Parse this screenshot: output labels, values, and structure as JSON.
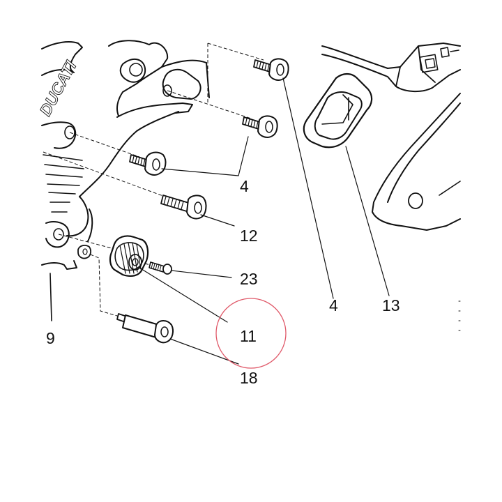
{
  "callouts": {
    "c4a": "4",
    "c12": "12",
    "c23": "23",
    "c11": "11",
    "c18": "18",
    "c9": "9",
    "c4b": "4",
    "c13": "13"
  },
  "brand_watermark": "DUCATI",
  "colors": {
    "line": "#111111",
    "highlight_circle": "#e05a6a",
    "background": "#ffffff"
  }
}
